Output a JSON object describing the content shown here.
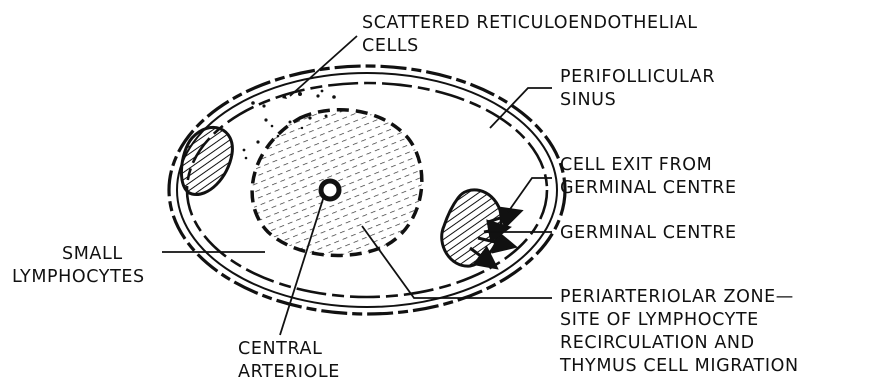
{
  "labels": {
    "reticulo_1": "SCATTERED RETICULOENDOTHELIAL",
    "reticulo_2": "CELLS",
    "perifollicular_1": "PERIFOLLICULAR",
    "perifollicular_2": "SINUS",
    "cell_exit_1": "CELL EXIT FROM",
    "cell_exit_2": "GERMINAL CENTRE",
    "germinal_centre": "GERMINAL CENTRE",
    "small_lymph_1": "SMALL",
    "small_lymph_2": "LYMPHOCYTES",
    "periarteriolar_1": "PERIARTERIOLAR ZONE—",
    "periarteriolar_2": "SITE OF LYMPHOCYTE",
    "periarteriolar_3": "RECIRCULATION AND",
    "periarteriolar_4": "THYMUS CELL MIGRATION",
    "central_1": "CENTRAL",
    "central_2": "ARTERIOLE"
  },
  "colors": {
    "ink": "#111111",
    "background": "#ffffff"
  }
}
